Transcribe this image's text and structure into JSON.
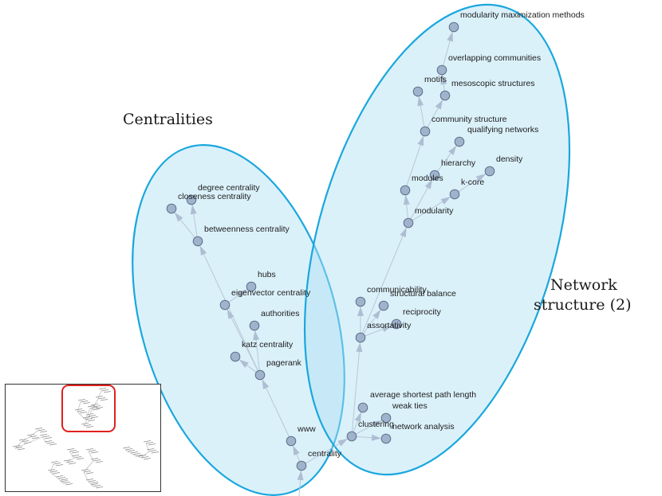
{
  "groups": [
    {
      "id": "centralities",
      "label": "Centralities"
    },
    {
      "id": "network_structure",
      "label_lines": [
        "Network",
        "structure (2)"
      ]
    }
  ],
  "nodes": [
    {
      "id": "modularity_max",
      "label": "modularity maximization methods"
    },
    {
      "id": "overlapping",
      "label": "overlapping communities"
    },
    {
      "id": "motifs",
      "label": "motifs"
    },
    {
      "id": "mesoscopic",
      "label": "mesoscopic structures"
    },
    {
      "id": "community_structure",
      "label": "community structure"
    },
    {
      "id": "qualifying",
      "label": "qualifying networks"
    },
    {
      "id": "hierarchy",
      "label": "hierarchy"
    },
    {
      "id": "density",
      "label": "density"
    },
    {
      "id": "modules",
      "label": "modules"
    },
    {
      "id": "kcore",
      "label": "k-core"
    },
    {
      "id": "modularity",
      "label": "modularity"
    },
    {
      "id": "communicability",
      "label": "communicability"
    },
    {
      "id": "structural_balance",
      "label": "structural balance"
    },
    {
      "id": "reciprocity",
      "label": "reciprocity"
    },
    {
      "id": "assortativity",
      "label": "assortativity"
    },
    {
      "id": "avg_path",
      "label": "average shortest path length"
    },
    {
      "id": "weak_ties",
      "label": "weak ties"
    },
    {
      "id": "clustering",
      "label": "clustering"
    },
    {
      "id": "network_analysis",
      "label": "network analysis"
    },
    {
      "id": "degree",
      "label": "degree centrality"
    },
    {
      "id": "closeness",
      "label": "closeness centrality"
    },
    {
      "id": "betweenness",
      "label": "betweenness centrality"
    },
    {
      "id": "hubs",
      "label": "hubs"
    },
    {
      "id": "eigenvector",
      "label": "eigenvector centrality"
    },
    {
      "id": "authorities",
      "label": "authorities"
    },
    {
      "id": "katz",
      "label": "katz centrality"
    },
    {
      "id": "pagerank",
      "label": "pagerank"
    },
    {
      "id": "www",
      "label": "www"
    },
    {
      "id": "centrality",
      "label": "centrality"
    }
  ],
  "edges": [
    [
      "overlapping",
      "modularity_max"
    ],
    [
      "community_structure",
      "motifs"
    ],
    [
      "community_structure",
      "mesoscopic"
    ],
    [
      "mesoscopic",
      "overlapping"
    ],
    [
      "modules",
      "community_structure"
    ],
    [
      "modularity",
      "modules"
    ],
    [
      "modularity",
      "hierarchy"
    ],
    [
      "hierarchy",
      "qualifying"
    ],
    [
      "modularity",
      "kcore"
    ],
    [
      "kcore",
      "density"
    ],
    [
      "assortativity",
      "modularity"
    ],
    [
      "assortativity",
      "communicability"
    ],
    [
      "assortativity",
      "structural_balance"
    ],
    [
      "assortativity",
      "reciprocity"
    ],
    [
      "clustering",
      "assortativity"
    ],
    [
      "clustering",
      "avg_path"
    ],
    [
      "clustering",
      "weak_ties"
    ],
    [
      "clustering",
      "network_analysis"
    ],
    [
      "centrality",
      "clustering"
    ],
    [
      "centrality",
      "www"
    ],
    [
      "www",
      "pagerank"
    ],
    [
      "pagerank",
      "katz"
    ],
    [
      "pagerank",
      "authorities"
    ],
    [
      "pagerank",
      "eigenvector"
    ],
    [
      "pagerank",
      "betweenness"
    ],
    [
      "eigenvector",
      "hubs"
    ],
    [
      "betweenness",
      "closeness"
    ],
    [
      "betweenness",
      "degree"
    ],
    [
      "root",
      "centrality"
    ]
  ],
  "colors": {
    "node_fill": "#9fb3cc",
    "cluster_stroke": "#1aa7de",
    "minimap_viewport": "#e02020"
  }
}
